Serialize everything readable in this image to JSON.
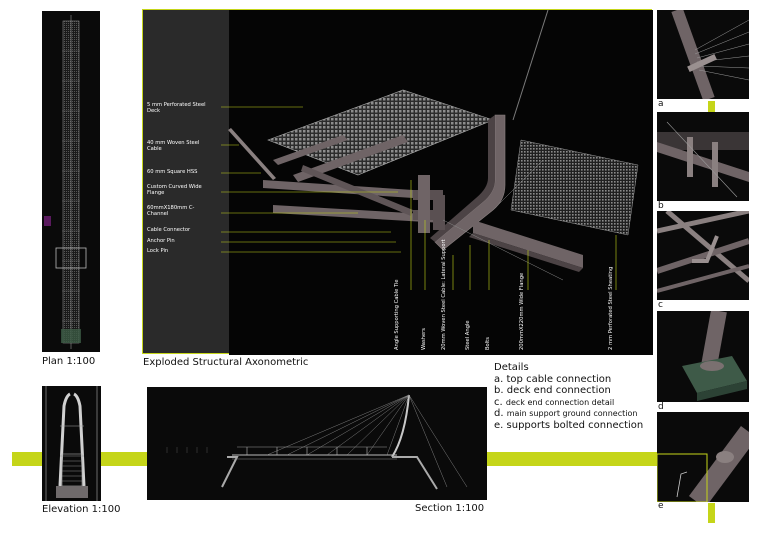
{
  "captions": {
    "plan": "Plan 1:100",
    "axonometric": "Exploded Structural Axonometric",
    "elevation": "Elevation 1:100",
    "section": "Section 1:100"
  },
  "details": {
    "title": "Details",
    "items": [
      {
        "letter": "a.",
        "text": "top cable connection"
      },
      {
        "letter": "b.",
        "text": "deck end connection"
      },
      {
        "letter": "c.",
        "text": "deck end connection detail"
      },
      {
        "letter": "d.",
        "text": "main support ground connection"
      },
      {
        "letter": "e.",
        "text": "supports bolted connection"
      }
    ]
  },
  "detail_letters": [
    "a",
    "b",
    "c",
    "d",
    "e"
  ],
  "left_labels": [
    "5 mm Perforated Steel Deck",
    "40 mm Woven Steel Cable",
    "60 mm Square HSS",
    "Custom Curved Wide Flange",
    "60mmX180mm C-Channel",
    "Cable Connector",
    "Anchor Pin",
    "Lock Pin"
  ],
  "vertical_labels": [
    "Angle Supporting Cable Tie",
    "Washers",
    "20mm Woven Steel Cable: Lateral Support",
    "Steel Angle",
    "Bolts",
    "200mmX220mm Wide Flange",
    "2 mm Perforated Steel Sheating"
  ],
  "colors": {
    "accent": "#c5d519",
    "panel": "#0a0a0a",
    "steel": "#6f6466"
  }
}
